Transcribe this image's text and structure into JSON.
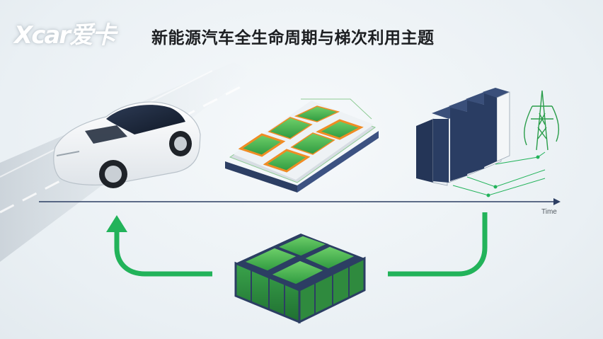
{
  "brand": {
    "logo_text": "Xcar爱卡"
  },
  "title": "新能源汽车全生命周期与梯次利用主题",
  "timeline": {
    "label": "Time"
  },
  "colors": {
    "green_accent": "#22b35a",
    "battery_green": "#3fae4f",
    "battery_orange": "#f08c24",
    "server_navy": "#2c3e63",
    "car_white": "#f7f8fa"
  },
  "icons": {
    "car": "electric-car-icon",
    "battery_pack": "battery-pack-icon",
    "servers": "server-rack-icon",
    "power_tower": "power-pylon-icon",
    "storage_module": "battery-module-icon"
  }
}
